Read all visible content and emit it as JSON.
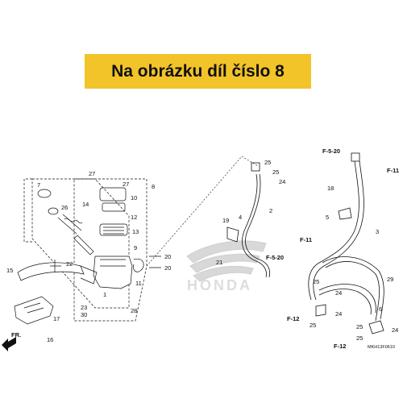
{
  "banner": {
    "text": "Na obrázku díl číslo 8"
  },
  "watermark": {
    "brand": "HONDA"
  },
  "direction": {
    "label": "FR."
  },
  "drawing_code": "MKH13F0610",
  "refs": {
    "f520_top": "F-5-20",
    "f11_top": "F-11",
    "f11_mid": "F-11",
    "f520_mid": "F-5-20",
    "f12_a": "F-12",
    "f12_b": "F-12"
  },
  "callouts": {
    "c1": "1",
    "c2": "2",
    "c3": "3",
    "c4": "4",
    "c5": "5",
    "c6": "6",
    "c7": "7",
    "c8": "8",
    "c9": "9",
    "c10": "10",
    "c11": "11",
    "c12": "12",
    "c13": "13",
    "c14": "14",
    "c15": "15",
    "c16": "16",
    "c17": "17",
    "c18": "18",
    "c19": "19",
    "c20a": "20",
    "c20b": "20",
    "c21": "21",
    "c22": "22",
    "c23": "23",
    "c24a": "24",
    "c24b": "24",
    "c24c": "24",
    "c24d": "24",
    "c25a": "25",
    "c25b": "25",
    "c25c": "25",
    "c25d": "25",
    "c25e": "25",
    "c25f": "25",
    "c26": "26",
    "c27a": "27",
    "c27b": "27",
    "c28": "28",
    "c29": "29",
    "c30": "30"
  },
  "colors": {
    "banner_bg": "#f2c42a",
    "line": "#111111",
    "watermark": "#d8d8d8"
  }
}
